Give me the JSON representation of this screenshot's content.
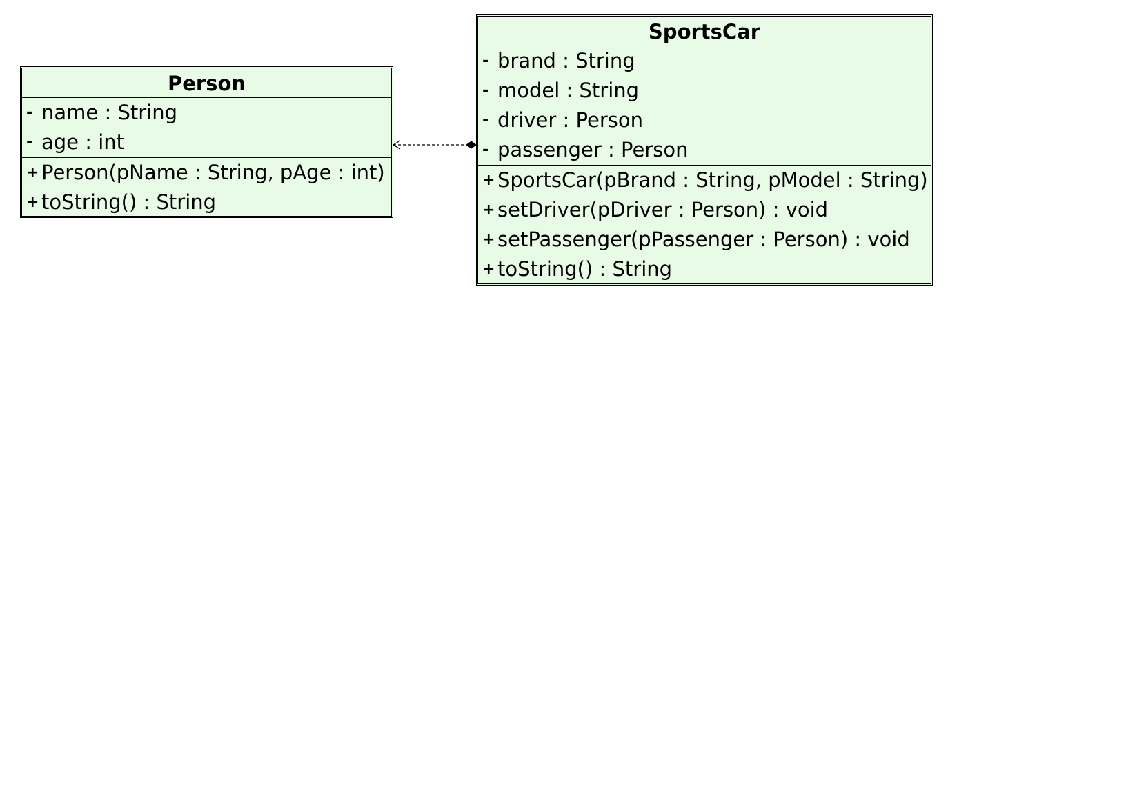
{
  "diagram": {
    "type": "uml-class-diagram",
    "classes": [
      {
        "id": "person",
        "name": "Person",
        "attributes": [
          {
            "visibility": "-",
            "text": "name : String"
          },
          {
            "visibility": "-",
            "text": "age : int"
          }
        ],
        "operations": [
          {
            "visibility": "+",
            "text": "Person(pName : String, pAge : int)"
          },
          {
            "visibility": "+",
            "text": "toString() : String"
          }
        ]
      },
      {
        "id": "sportscar",
        "name": "SportsCar",
        "attributes": [
          {
            "visibility": "-",
            "text": "brand : String"
          },
          {
            "visibility": "-",
            "text": "model : String"
          },
          {
            "visibility": "-",
            "text": "driver : Person"
          },
          {
            "visibility": "-",
            "text": "passenger : Person"
          }
        ],
        "operations": [
          {
            "visibility": "+",
            "text": "SportsCar(pBrand : String, pModel : String)"
          },
          {
            "visibility": "+",
            "text": "setDriver(pDriver : Person) : void"
          },
          {
            "visibility": "+",
            "text": "setPassenger(pPassenger : Person) : void"
          },
          {
            "visibility": "+",
            "text": "toString() : String"
          }
        ]
      }
    ],
    "relationships": [
      {
        "from": "sportscar",
        "to": "person",
        "kind": "composition-dependency",
        "line_style": "dashed",
        "source_end": "filled-diamond",
        "target_end": "open-arrow"
      }
    ],
    "colors": {
      "class_fill": "#e8fbe6",
      "line": "#000000",
      "background": "#ffffff"
    }
  }
}
